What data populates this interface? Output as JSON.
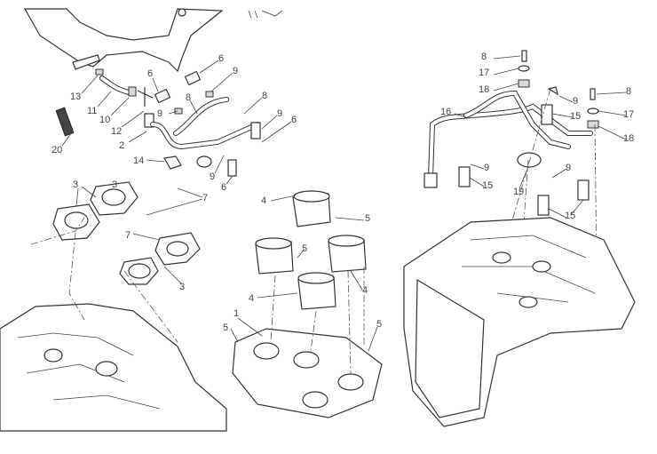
{
  "diagram": {
    "title": "Throttle body and injectors exploded view",
    "callouts": [
      {
        "id": "c1",
        "text": "6"
      },
      {
        "id": "c2",
        "text": "9"
      },
      {
        "id": "c3",
        "text": "6"
      },
      {
        "id": "c4",
        "text": "8"
      },
      {
        "id": "c5",
        "text": "8"
      },
      {
        "id": "c6",
        "text": "9"
      },
      {
        "id": "c7",
        "text": "9"
      },
      {
        "id": "c8",
        "text": "6"
      },
      {
        "id": "c9",
        "text": "13"
      },
      {
        "id": "c10",
        "text": "11"
      },
      {
        "id": "c11",
        "text": "10"
      },
      {
        "id": "c12",
        "text": "12"
      },
      {
        "id": "c13",
        "text": "2"
      },
      {
        "id": "c14",
        "text": "20"
      },
      {
        "id": "c15",
        "text": "14"
      },
      {
        "id": "c16",
        "text": "9"
      },
      {
        "id": "c17",
        "text": "6"
      },
      {
        "id": "c18",
        "text": "3"
      },
      {
        "id": "c19",
        "text": "3"
      },
      {
        "id": "c20",
        "text": "7"
      },
      {
        "id": "c21",
        "text": "7"
      },
      {
        "id": "c22",
        "text": "3"
      },
      {
        "id": "c23",
        "text": "4"
      },
      {
        "id": "c24",
        "text": "5"
      },
      {
        "id": "c25",
        "text": "5"
      },
      {
        "id": "c26",
        "text": "4"
      },
      {
        "id": "c27",
        "text": "4"
      },
      {
        "id": "c28",
        "text": "1"
      },
      {
        "id": "c29",
        "text": "5"
      },
      {
        "id": "c30",
        "text": "5"
      },
      {
        "id": "c31",
        "text": "8"
      },
      {
        "id": "c32",
        "text": "17"
      },
      {
        "id": "c33",
        "text": "18"
      },
      {
        "id": "c34",
        "text": "16"
      },
      {
        "id": "c35",
        "text": "9"
      },
      {
        "id": "c36",
        "text": "15"
      },
      {
        "id": "c37",
        "text": "8"
      },
      {
        "id": "c38",
        "text": "17"
      },
      {
        "id": "c39",
        "text": "18"
      },
      {
        "id": "c40",
        "text": "9"
      },
      {
        "id": "c41",
        "text": "15"
      },
      {
        "id": "c42",
        "text": "9"
      },
      {
        "id": "c43",
        "text": "19"
      },
      {
        "id": "c44",
        "text": "15"
      }
    ]
  }
}
